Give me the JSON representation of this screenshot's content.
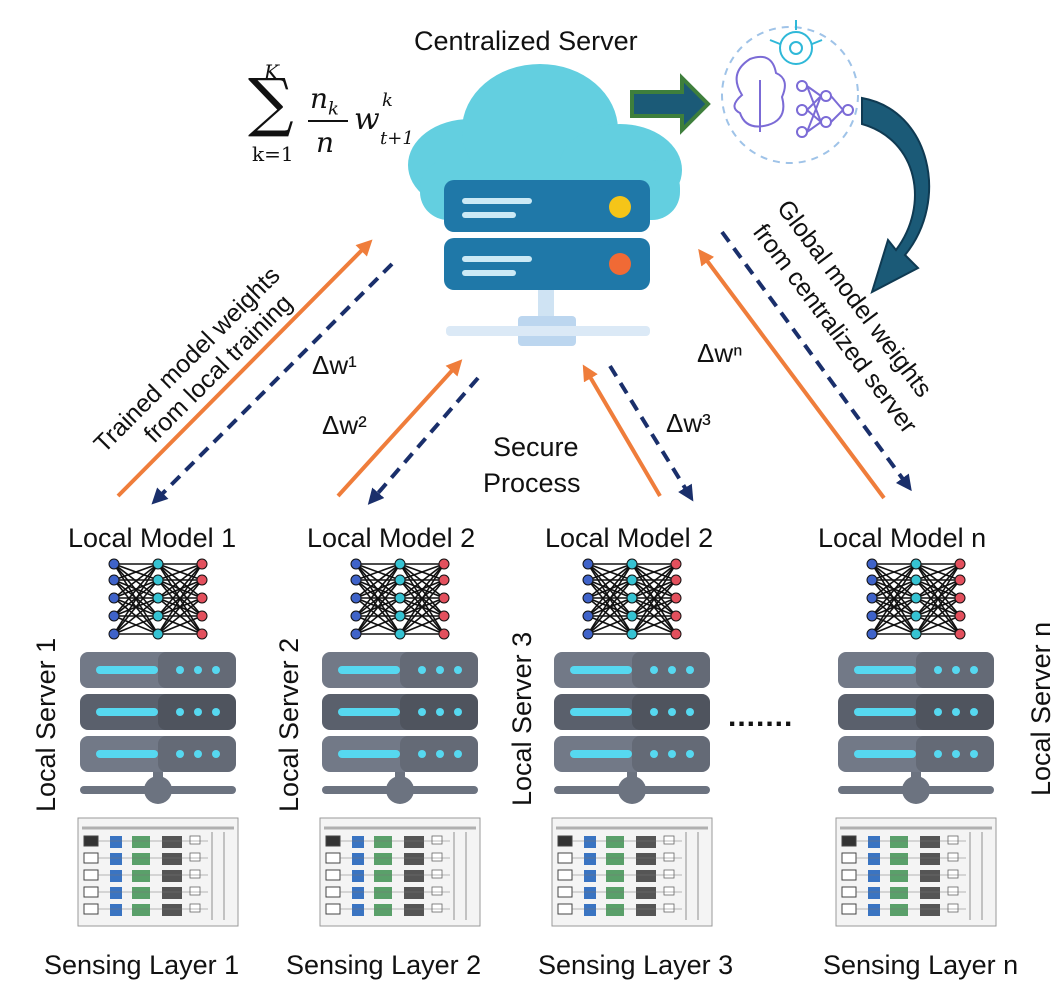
{
  "title": "Centralized Server",
  "formula": {
    "upper": "K",
    "lower": "k=1",
    "numerator": "n",
    "numerator_sub": "k",
    "denominator": "n",
    "term": "w",
    "term_sup": "k",
    "term_sub": "t+1"
  },
  "arrow_left_text": [
    "Trained model weights",
    "from local training"
  ],
  "arrow_right_text": [
    "Global model weights",
    "from centralized server"
  ],
  "deltas": {
    "d1": "Δw¹",
    "d2": "Δw²",
    "d3": "Δw³",
    "dn": "Δwⁿ"
  },
  "secure_process": [
    "Secure",
    "Process"
  ],
  "local_models": [
    "Local Model 1",
    "Local Model 2",
    "Local Model 2",
    "Local Model n"
  ],
  "local_servers": [
    "Local Server 1",
    "Local Server 2",
    "Local Server 3",
    "Local Server n"
  ],
  "sensing_layers": [
    "Sensing Layer 1",
    "Sensing Layer 2",
    "Sensing Layer 3",
    "Sensing Layer n"
  ],
  "ellipsis": ".......",
  "colors": {
    "upload_arrow": "#ef7d3b",
    "download_arrow": "#1a2f6b",
    "cloud": "#63cfe0",
    "server_box": "#1f78a8",
    "local_server": "#727987",
    "server_light": "#56d8f0",
    "big_arrow": "#1b5a77"
  }
}
